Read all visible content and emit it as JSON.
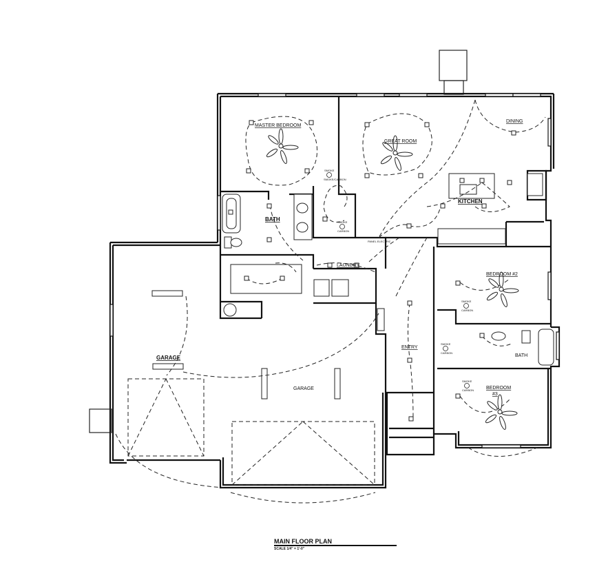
{
  "title": "MAIN FLOOR PLAN",
  "scale": "SCALE 1/4\" = 1'-0\"",
  "rooms": {
    "master_bedroom": "MASTER BEDROOM",
    "great_room": "GREAT ROOM",
    "dining": "DINING",
    "kitchen": "KITCHEN",
    "bath_master": "BATH",
    "laundry": "LAUNDRY",
    "bedroom2": "BEDROOM #2",
    "bath2": "BATH",
    "bedroom3_line1": "BEDROOM",
    "bedroom3_line2": "#3",
    "entry": "ENTRY",
    "garage_left": "GARAGE",
    "garage_main": "GARAGE"
  },
  "detectors": {
    "smoke": "SMOKE",
    "carbon": "CARBON",
    "smoke_carbon": "SMOKE/CARBON"
  },
  "panel": "PANEL ELECTRIC"
}
